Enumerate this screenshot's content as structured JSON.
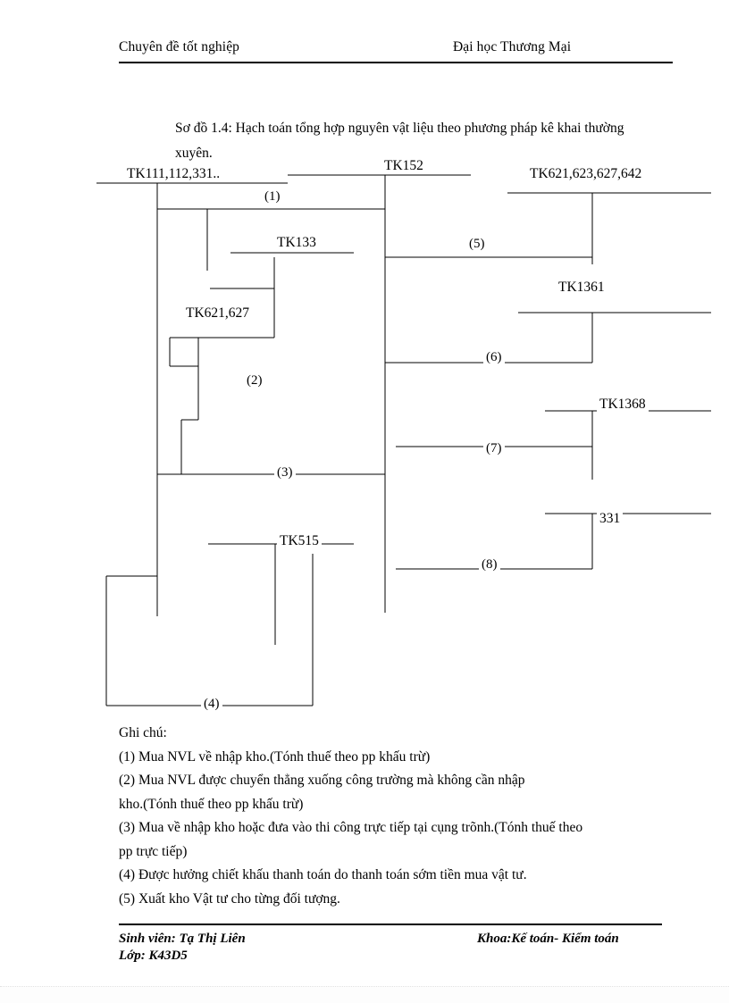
{
  "header": {
    "left": "Chuyên  đề tốt nghiệp",
    "right": "Đại học Thương  Mại"
  },
  "figure": {
    "title": "Sơ đồ 1.4: Hạch toán tổng hợp nguyên vật liệu theo phương  pháp  kê khai thường  xuyên."
  },
  "diagram": {
    "accounts": [
      {
        "id": "tk111",
        "label": "TK111,112,331.."
      },
      {
        "id": "tk152",
        "label": "TK152"
      },
      {
        "id": "tk621623627642",
        "label": "TK621,623,627,642"
      },
      {
        "id": "tk133",
        "label": "TK133"
      },
      {
        "id": "tk1361",
        "label": "TK1361"
      },
      {
        "id": "tk621627",
        "label": "TK621,627"
      },
      {
        "id": "tk1368",
        "label": "TK1368"
      },
      {
        "id": "tk331",
        "label": "331"
      },
      {
        "id": "tk515",
        "label": "TK515"
      }
    ],
    "flows": [
      {
        "id": "f1",
        "label": "(1)"
      },
      {
        "id": "f2",
        "label": "(2)"
      },
      {
        "id": "f3",
        "label": "(3)"
      },
      {
        "id": "f4",
        "label": "(4)"
      },
      {
        "id": "f5",
        "label": "(5)"
      },
      {
        "id": "f6",
        "label": "(6)"
      },
      {
        "id": "f7",
        "label": "(7)"
      },
      {
        "id": "f8",
        "label": "(8)"
      }
    ]
  },
  "notes": {
    "heading": "Ghi chú:",
    "items": [
      {
        "num": "(1)",
        "lines": [
          "(1) Mua NVL về nhập kho.(Tónh  thuế theo pp khấu trừ)"
        ]
      },
      {
        "num": "(2)",
        "lines": [
          "(2) Mua  NVL  được  chuyển  thẳng  xuống  công  trường  mà  không  cần  nhập",
          "kho.(Tónh  thuế theo pp khấu trừ)"
        ]
      },
      {
        "num": "(3)",
        "lines": [
          "(3) Mua về nhập  kho hoặc đưa vào  thi công trực tiếp tại cụng trõnh.(Tónh  thuế theo",
          "pp trực tiếp)"
        ]
      },
      {
        "num": "(4)",
        "lines": [
          "(4) Được hưởng chiết khấu thanh toán do thanh toán sớm tiền mua vật tư."
        ]
      },
      {
        "num": "(5)",
        "lines": [
          "(5) Xuất kho Vật tư cho từng đối tượng."
        ]
      }
    ]
  },
  "footer": {
    "student": "Sinh viên: Tạ Thị Liên",
    "class": "Lớp: K43D5",
    "faculty": "Khoa:Kế toán- Kiểm toán"
  }
}
